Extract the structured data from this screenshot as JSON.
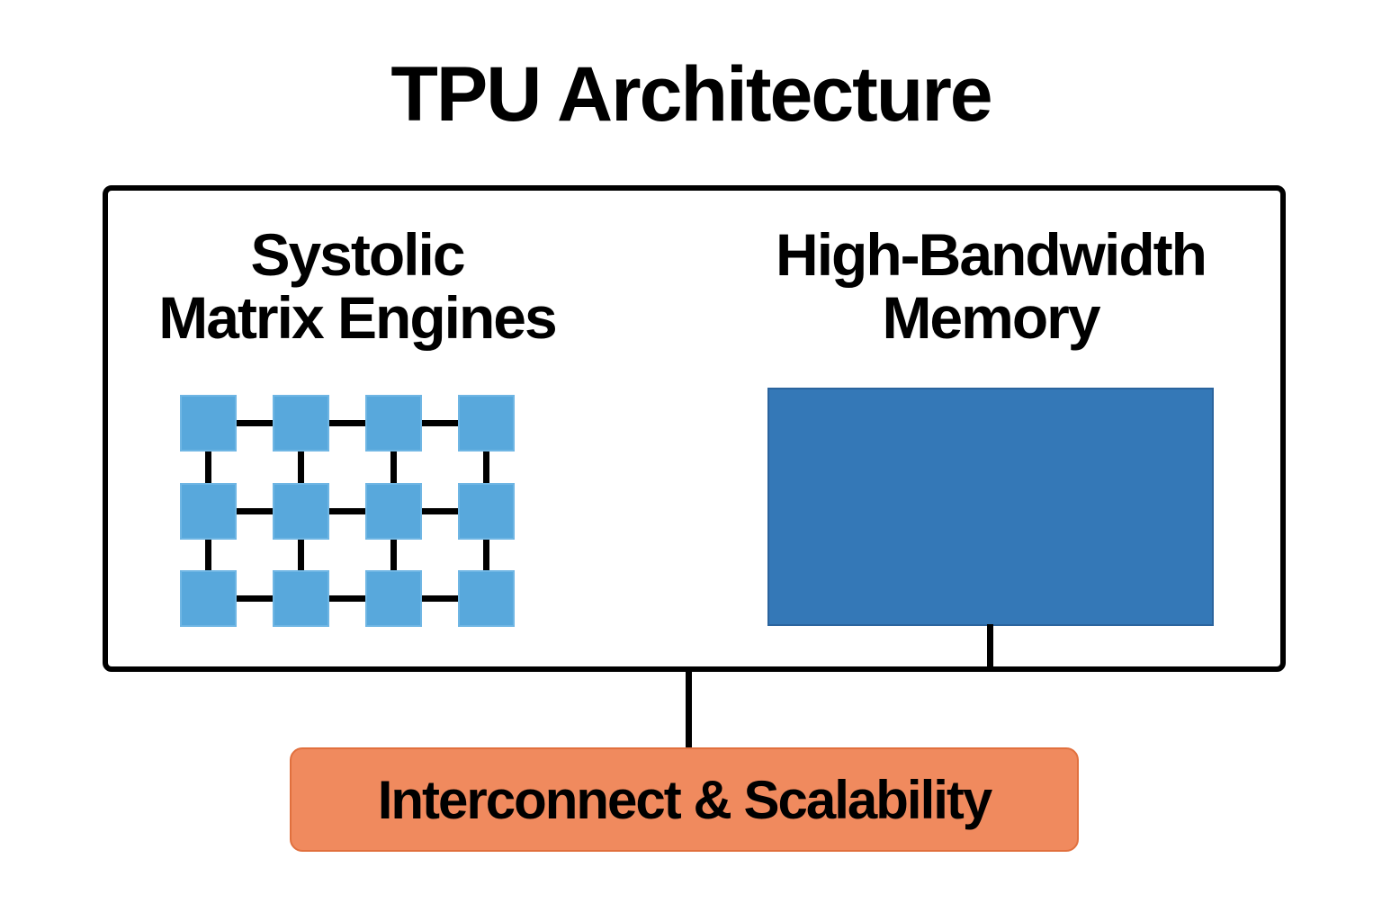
{
  "title": "TPU Architecture",
  "diagram": {
    "chip": {
      "systolic": {
        "heading_line1": "Systolic",
        "heading_line2": "Matrix Engines",
        "grid": {
          "rows": 3,
          "cols": 4
        }
      },
      "hbm": {
        "heading_line1": "High-Bandwidth",
        "heading_line2": "Memory"
      }
    },
    "interconnect": {
      "label": "Interconnect & Scalability"
    }
  },
  "colors": {
    "background": "#ffffff",
    "text": "#000000",
    "line": "#000000",
    "pe_fill": "#58a8dc",
    "pe_border": "#6fb6e4",
    "hbm_fill": "#3478b7",
    "hbm_border": "#2b649e",
    "interconnect_fill": "#f08a5e",
    "interconnect_border": "#e1703e"
  }
}
